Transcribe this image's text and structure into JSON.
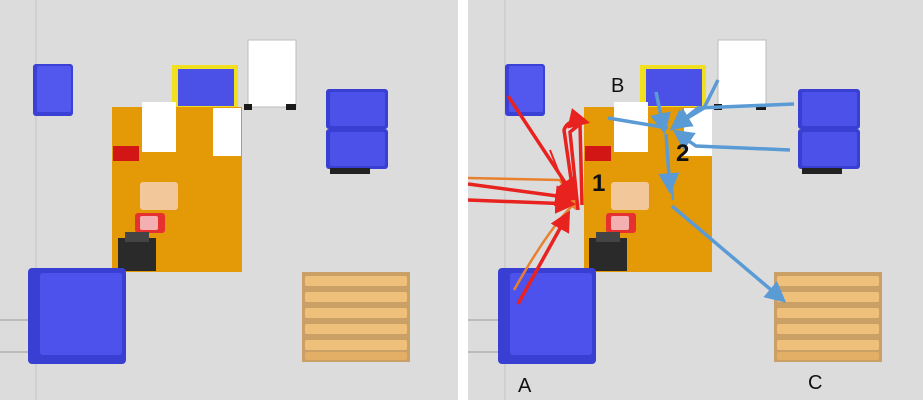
{
  "labels": {
    "step_1": "1",
    "step_2": "2",
    "location_a": "A",
    "location_b": "B",
    "location_c": "C"
  },
  "colors": {
    "floor": "#d8d8d8",
    "workstation": "#e39a06",
    "blue_bin": "#4a4ee8",
    "pallet": "#e7b46a",
    "red_path": "#e8221e",
    "orange_path": "#e8812f",
    "blue_path": "#5b9bd5"
  }
}
